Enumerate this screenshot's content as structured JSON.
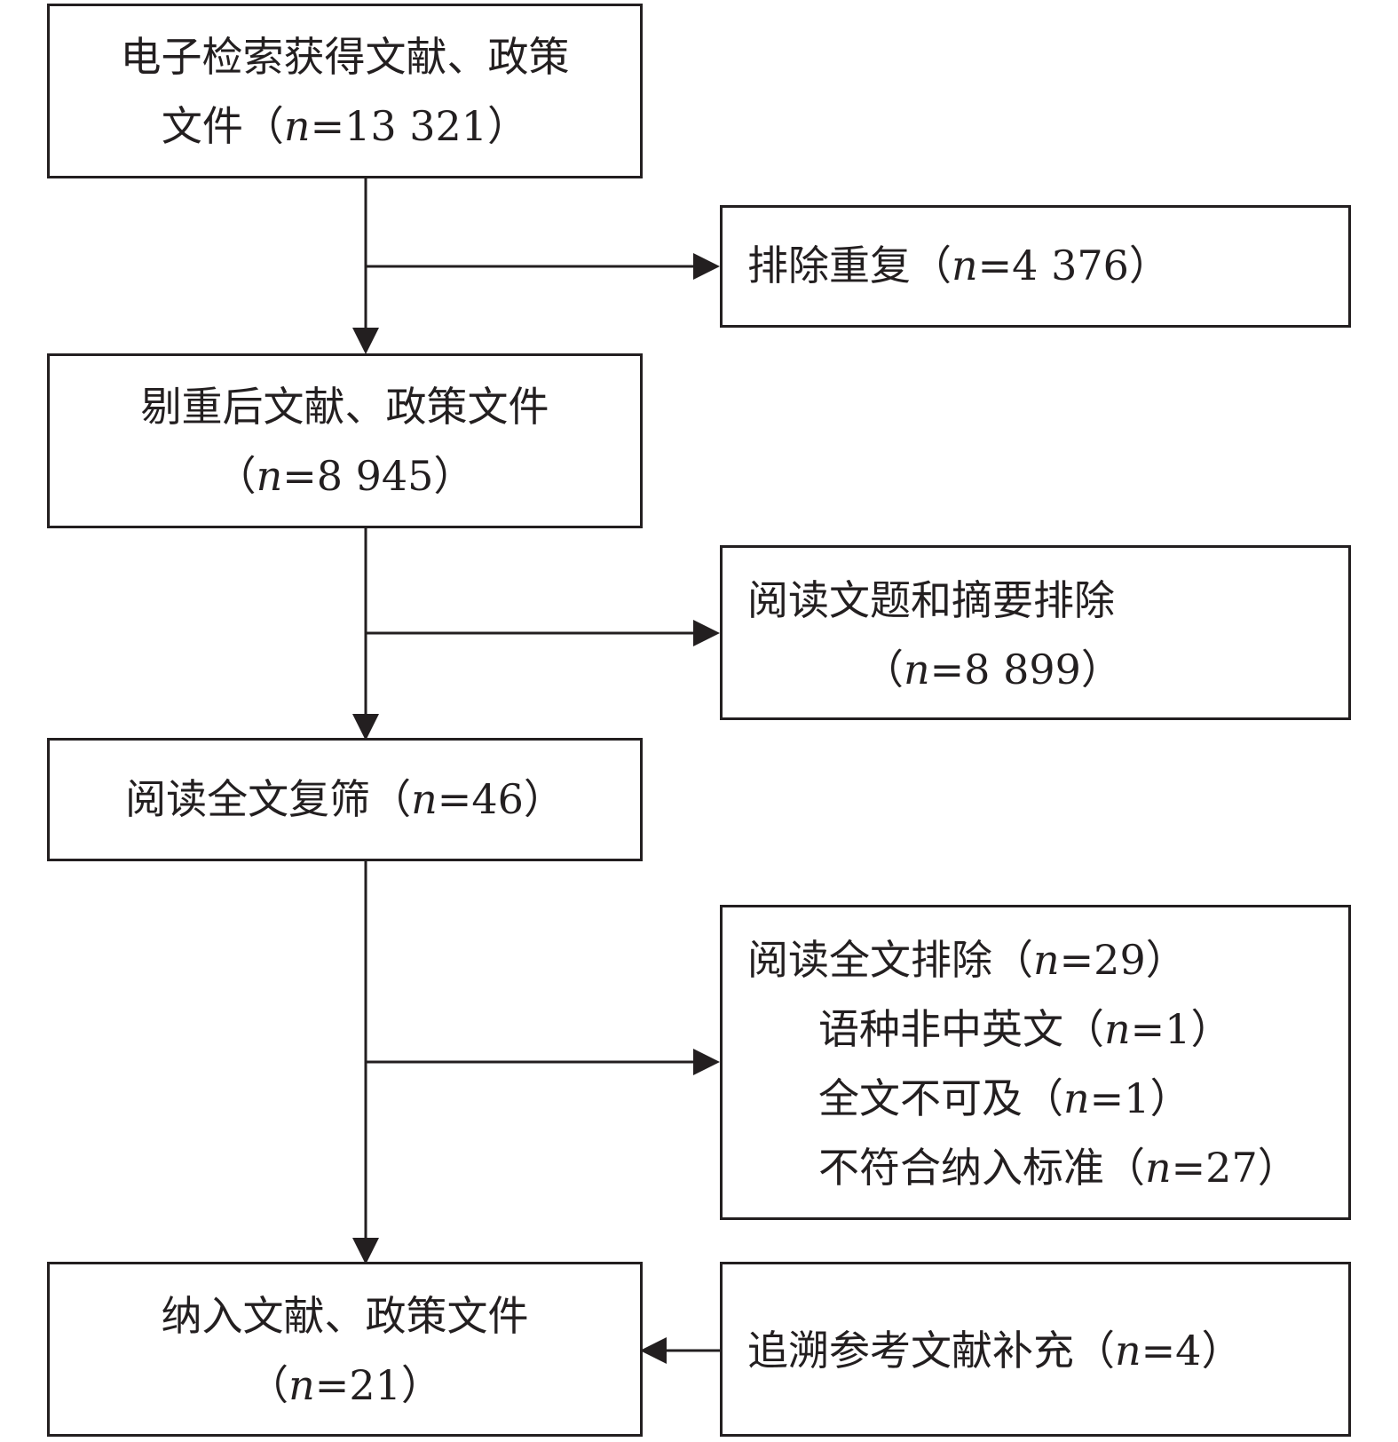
{
  "flow": {
    "search": {
      "title": "电子检索获得文献、政策",
      "count_prefix": "文件（",
      "n": "n",
      "count_value": "=13 321）"
    },
    "dedup_excluded": {
      "title": "排除重复（",
      "n": "n",
      "count_value": "=4 376）"
    },
    "after_dedup": {
      "title": "剔重后文献、政策文件",
      "count_prefix": "（",
      "n": "n",
      "count_value": "=8 945）"
    },
    "abstract_excluded": {
      "title": "阅读文题和摘要排除",
      "count_prefix": "（",
      "n": "n",
      "count_value": "=8 899）"
    },
    "fulltext_screen": {
      "title": "阅读全文复筛（",
      "n": "n",
      "count_value": "=46）"
    },
    "fulltext_excluded": {
      "title": "阅读全文排除（",
      "n": "n",
      "count_value": "=29）",
      "reasons": [
        {
          "label": "语种非中英文（",
          "n": "n",
          "value": "=1）"
        },
        {
          "label": "全文不可及（",
          "n": "n",
          "value": "=1）"
        },
        {
          "label": "不符合纳入标准（",
          "n": "n",
          "value": "=27）"
        }
      ]
    },
    "included": {
      "title": "纳入文献、政策文件",
      "count_prefix": "（",
      "n": "n",
      "count_value": "=21）"
    },
    "reference_supplement": {
      "title": "追溯参考文献补充（",
      "n": "n",
      "count_value": "=4）"
    }
  },
  "colors": {
    "stroke": "#231f20",
    "background": "#ffffff"
  }
}
